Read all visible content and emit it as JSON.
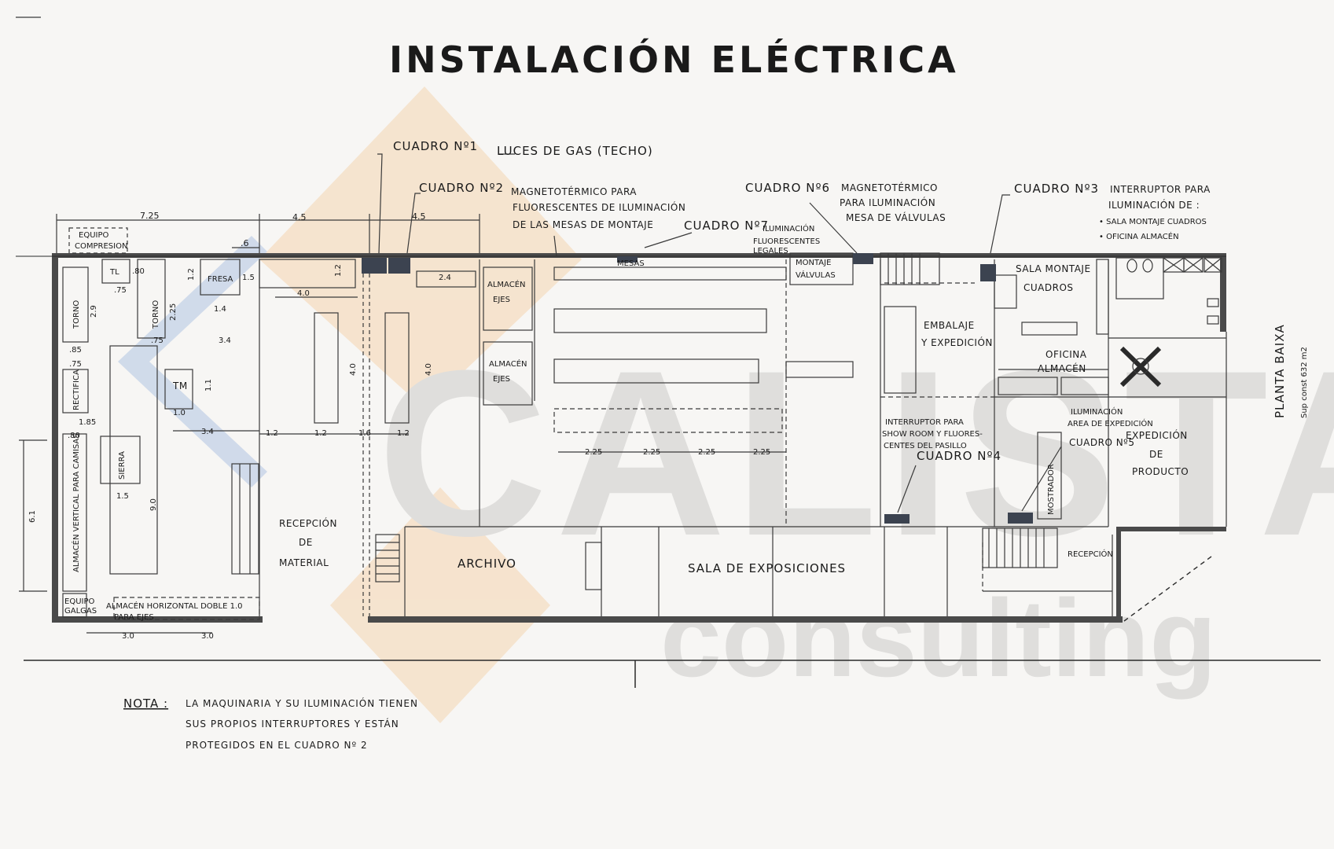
{
  "title": "INSTALACIÓN ELÉCTRICA",
  "watermark": {
    "brand": "CALISTA",
    "sub": "consulting",
    "colors": {
      "orange": "#f3a44c",
      "blue": "#4a79c9",
      "gray": "#8c8c8c"
    }
  },
  "cuadros": {
    "c1": {
      "label": "CUADRO Nº1",
      "desc": "LUCES DE GAS (TECHO)"
    },
    "c2": {
      "label": "CUADRO Nº2",
      "desc": [
        "MAGNETOTÉRMICO PARA",
        "FLUORESCENTES DE ILUMINACIÓN",
        "DE LAS MESAS DE MONTAJE"
      ]
    },
    "c7": {
      "label": "CUADRO Nº7",
      "desc": [
        "ILUMINACIÓN",
        "FLUORESCENTES",
        "LEGALES"
      ]
    },
    "c6": {
      "label": "CUADRO Nº6",
      "desc": [
        "MAGNETOTÉRMICO",
        "PARA ILUMINACIÓN",
        "MESA DE VÁLVULAS"
      ]
    },
    "c3": {
      "label": "CUADRO Nº3",
      "desc": [
        "INTERRUPTOR PARA",
        "ILUMINACIÓN DE :",
        "• SALA MONTAJE CUADROS",
        "• OFICINA ALMACÉN"
      ]
    },
    "c4": {
      "label": "CUADRO Nº4",
      "desc": [
        "INTERRUPTOR PARA",
        "SHOW ROOM Y FLUORES-",
        "CENTES DEL PASILLO"
      ]
    },
    "c5": {
      "label": "CUADRO Nº5",
      "desc": [
        "ILUMINACIÓN",
        "AREA DE EXPEDICIÓN"
      ]
    }
  },
  "rooms": {
    "equipo_compresion": [
      "EQUIPO",
      "COMPRESION"
    ],
    "tl": "TL",
    "fresa": "FRESA",
    "torno_left": "TORNO",
    "torno_mid": "TORNO",
    "rectificadora": "RECTIFICA",
    "tm": "TM",
    "sierra": "SIERRA",
    "almacen_vertical": "ALMACÉN VERTICAL PARA CAMISAS",
    "equipo_galgas": [
      "EQUIPO",
      "GALGAS"
    ],
    "almacen_horizontal": [
      "ALMACÉN HORIZONTAL DOBLE 1.0",
      "PARA EJES"
    ],
    "recepcion_material": [
      "RECEPCIÓN",
      "DE",
      "MATERIAL"
    ],
    "almacen_ejes_1": [
      "ALMACÉN",
      "EJES"
    ],
    "almacen_ejes_2": [
      "ALMACÉN",
      "EJES"
    ],
    "mesas": "MESAS",
    "montaje_valvulas": [
      "MONTAJE",
      "VÁLVULAS"
    ],
    "embalaje": [
      "EMBALAJE",
      "Y EXPEDICIÓN"
    ],
    "sala_montaje": [
      "SALA MONTAJE",
      "CUADROS"
    ],
    "oficina_almacen": [
      "OFICINA",
      "ALMACÉN"
    ],
    "expedicion_producto": [
      "EXPEDICIÓN",
      "DE",
      "PRODUCTO"
    ],
    "mostrador": "MOSTRADOR",
    "recepcion": "RECEPCIÓN",
    "archivo": "ARCHIVO",
    "sala_exposiciones": "SALA DE EXPOSICIONES"
  },
  "dims": {
    "top": [
      "7.25",
      "4.5",
      "4.5",
      ".6"
    ],
    "misc": [
      ".80",
      ".75",
      "1.2",
      "1.5",
      "2.25",
      "1.4",
      ".75",
      "3.4",
      "2.9",
      ".85",
      ".75",
      "1.85",
      ".80",
      "1.1",
      "1.0",
      "4.0",
      "1.2",
      "2.4",
      "4.0",
      "4.0",
      "1.5",
      "9.0",
      "6.1",
      "3.4",
      "1.2",
      "1.2",
      "1.6",
      "1.2",
      "3.0",
      "3.0"
    ],
    "bay": [
      "2.25",
      "2.25",
      "2.25",
      "2.25"
    ]
  },
  "side": {
    "planta": "PLANTA BAIXA",
    "sup": "Sup const 632 m2"
  },
  "note": {
    "heading": "NOTA :",
    "lines": [
      "LA MAQUINARIA Y SU ILUMINACIÓN TIENEN",
      "SUS PROPIOS INTERRUPTORES Y ESTÁN",
      "PROTEGIDOS EN EL CUADRO Nº 2"
    ]
  }
}
